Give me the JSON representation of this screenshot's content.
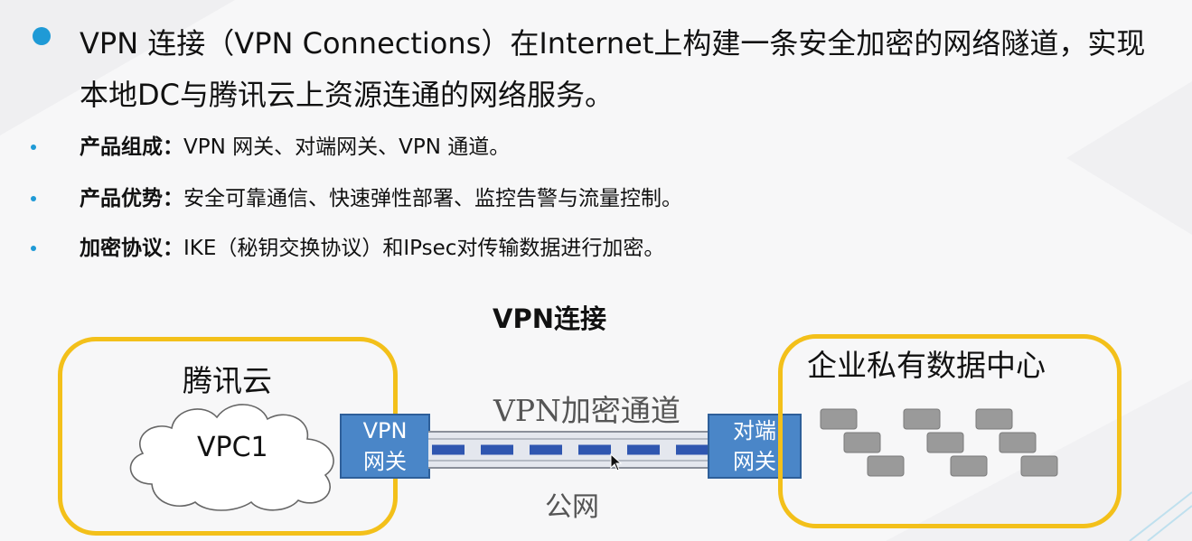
{
  "intro": {
    "main_text": "VPN 连接（VPN Connections）在Internet上构建一条安全加密的网络隧道，实现本地DC与腾讯云上资源连通的网络服务。"
  },
  "bullets": [
    {
      "label": "产品组成：",
      "text": "VPN 网关、对端网关、VPN 通道。"
    },
    {
      "label": "产品优势：",
      "text": "安全可靠通信、快速弹性部署、监控告警与流量控制。"
    },
    {
      "label": "加密协议：",
      "text": "IKE（秘钥交换协议）和IPsec对传输数据进行加密。"
    }
  ],
  "diagram": {
    "title": "VPN连接",
    "left_region": "腾讯云",
    "cloud_label": "VPC1",
    "vpn_gateway": {
      "line1": "VPN",
      "line2": "网关"
    },
    "tunnel_label": "VPN加密通道",
    "public_network": "公网",
    "peer_gateway": {
      "line1": "对端",
      "line2": "网关"
    },
    "right_region": "企业私有数据中心"
  },
  "colors": {
    "bullet_blue": "#1f9ad6",
    "region_border": "#f3c01a",
    "gateway_fill": "#4a86c8",
    "tunnel_dash": "#2f56b0",
    "server_gray": "#9a9a9a"
  }
}
